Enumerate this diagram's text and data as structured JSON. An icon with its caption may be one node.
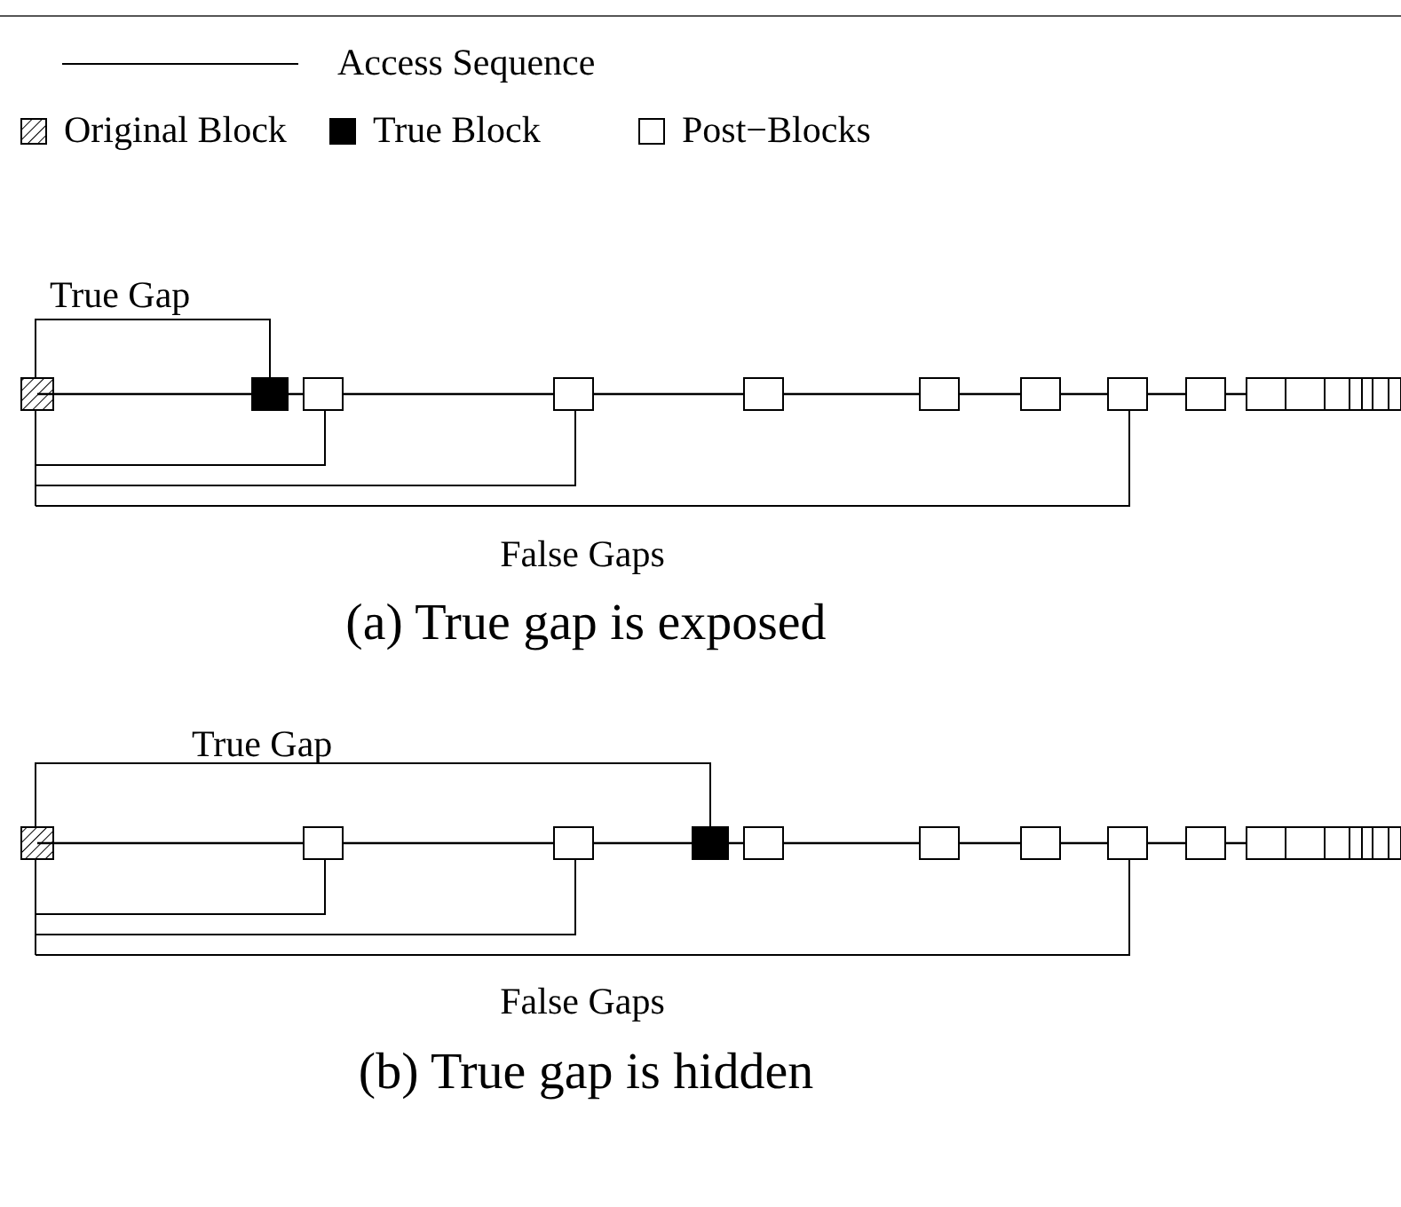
{
  "diagram": {
    "labels": [
      "True Gap",
      "False Gaps",
      "(a) True gap is exposed",
      "True Gap",
      "False Gaps",
      "(b) True gap is hidden"
    ],
    "legend": [
      {
        "text": "Access Sequence"
      },
      {
        "text": "Original Block"
      },
      {
        "text": "True Block",
        "color": "#000000"
      },
      {
        "text": "Post−Blocks"
      }
    ]
  }
}
